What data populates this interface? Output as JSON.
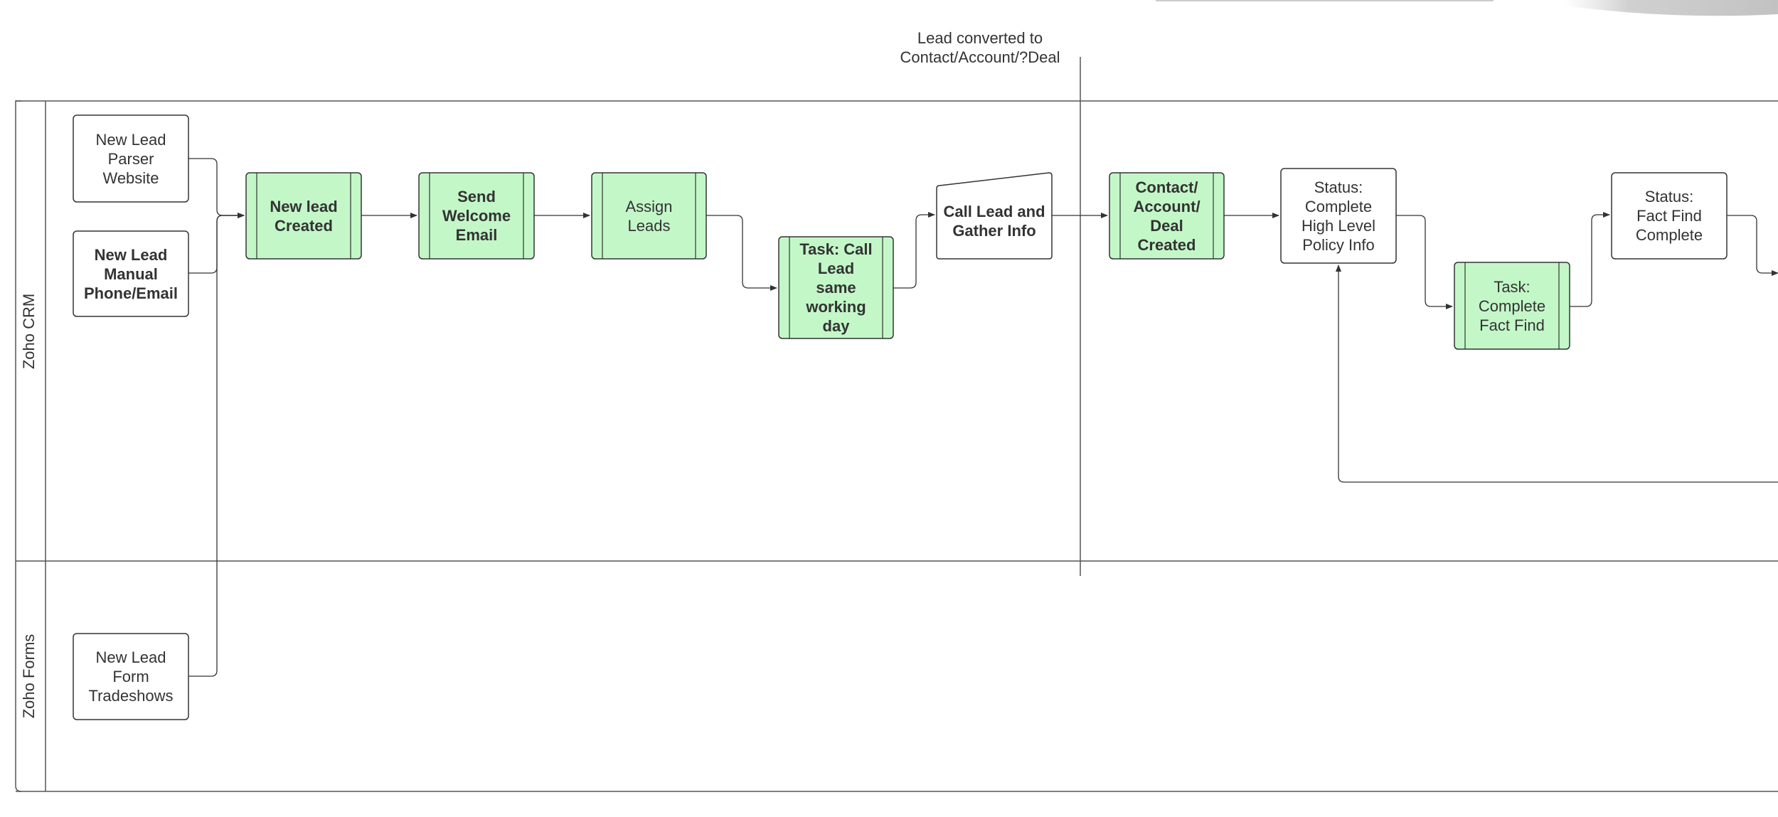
{
  "colors": {
    "process_fill": "#c3f7c8",
    "stroke": "#333333",
    "text": "#333333",
    "background": "#ffffff"
  },
  "annotation": {
    "text": "Lead converted to\nContact/Account/?Deal"
  },
  "lanes": [
    {
      "id": "crm",
      "title": "Zoho CRM"
    },
    {
      "id": "forms",
      "title": "Zoho Forms"
    }
  ],
  "nodes": [
    {
      "id": "new-lead-parser",
      "type": "plain",
      "bold": false,
      "text": "New Lead\nParser\nWebsite"
    },
    {
      "id": "new-lead-manual",
      "type": "plain",
      "bold": true,
      "text": "New Lead\nManual\nPhone/Email"
    },
    {
      "id": "new-lead-form",
      "type": "plain",
      "bold": false,
      "text": "New Lead\nForm\nTradeshows"
    },
    {
      "id": "new-lead-created",
      "type": "process",
      "bold": true,
      "text": "New lead\nCreated"
    },
    {
      "id": "send-welcome-email",
      "type": "process",
      "bold": true,
      "text": "Send\nWelcome\nEmail"
    },
    {
      "id": "assign-leads",
      "type": "process",
      "bold": false,
      "text": "Assign\nLeads"
    },
    {
      "id": "task-call-lead",
      "type": "process",
      "bold": true,
      "text": "Task:  Call\nLead\nsame\nworking\nday"
    },
    {
      "id": "call-lead-gather",
      "type": "manual",
      "bold": true,
      "text": "Call Lead and\nGather Info"
    },
    {
      "id": "contact-account-deal",
      "type": "process",
      "bold": true,
      "text": "Contact/\nAccount/\nDeal\nCreated"
    },
    {
      "id": "status-high-level",
      "type": "plain",
      "bold": false,
      "text": "Status:\nComplete\nHigh Level\nPolicy Info"
    },
    {
      "id": "task-fact-find",
      "type": "process",
      "bold": false,
      "text": "Task:\nComplete\nFact Find"
    },
    {
      "id": "status-fact-find",
      "type": "plain",
      "bold": false,
      "text": "Status:\nFact Find\nComplete"
    }
  ],
  "edges": [
    {
      "from": "new-lead-parser",
      "to": "new-lead-created"
    },
    {
      "from": "new-lead-manual",
      "to": "new-lead-created"
    },
    {
      "from": "new-lead-form",
      "to": "new-lead-created"
    },
    {
      "from": "new-lead-created",
      "to": "send-welcome-email"
    },
    {
      "from": "send-welcome-email",
      "to": "assign-leads"
    },
    {
      "from": "assign-leads",
      "to": "task-call-lead"
    },
    {
      "from": "task-call-lead",
      "to": "call-lead-gather"
    },
    {
      "from": "call-lead-gather",
      "to": "contact-account-deal"
    },
    {
      "from": "contact-account-deal",
      "to": "status-high-level"
    },
    {
      "from": "status-high-level",
      "to": "task-fact-find"
    },
    {
      "from": "task-fact-find",
      "to": "status-fact-find"
    },
    {
      "from": "status-fact-find",
      "to": "offscreen"
    },
    {
      "from": "offscreen",
      "to": "status-high-level"
    }
  ]
}
